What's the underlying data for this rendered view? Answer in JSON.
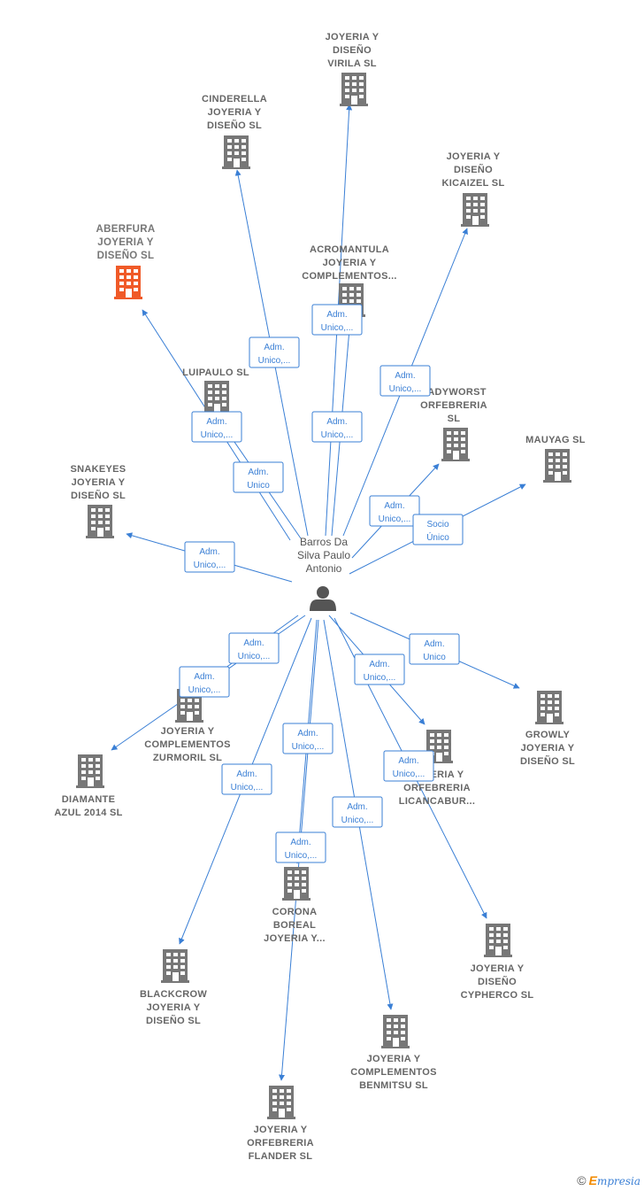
{
  "colors": {
    "edge": "#3a7fd5",
    "building": "#777777",
    "building_highlight": "#f05a28",
    "person": "#555555"
  },
  "center": {
    "name_lines": [
      "Barros Da",
      "Silva Paulo",
      "Antonio"
    ],
    "icon": "person-icon"
  },
  "companies": [
    {
      "id": "virila",
      "lines": [
        "JOYERIA Y",
        "DISEÑO",
        "VIRILA  SL"
      ]
    },
    {
      "id": "cinderella",
      "lines": [
        "CINDERELLA",
        "JOYERIA Y",
        "DISEÑO  SL"
      ]
    },
    {
      "id": "kicaizel",
      "lines": [
        "JOYERIA Y",
        "DISEÑO",
        "KICAIZEL  SL"
      ]
    },
    {
      "id": "aberfura",
      "lines": [
        "ABERFURA",
        "JOYERIA Y",
        "DISEÑO  SL"
      ],
      "highlight": true
    },
    {
      "id": "acromantula",
      "lines": [
        "ACROMANTULA",
        "JOYERIA Y",
        "COMPLEMENTOS..."
      ]
    },
    {
      "id": "luipaulo",
      "lines": [
        "LUIPAULO  SL"
      ]
    },
    {
      "id": "ladyworst",
      "lines": [
        "LADYWORST",
        "ORFEBRERIA",
        "SL"
      ]
    },
    {
      "id": "mauyag",
      "lines": [
        "MAUYAG  SL"
      ]
    },
    {
      "id": "snakeyes",
      "lines": [
        "SNAKEYES",
        "JOYERIA Y",
        "DISEÑO  SL"
      ]
    },
    {
      "id": "zurmoril",
      "lines": [
        "JOYERIA Y",
        "COMPLEMENTOS",
        "ZURMORIL  SL"
      ]
    },
    {
      "id": "diamante",
      "lines": [
        "DIAMANTE",
        "AZUL 2014 SL"
      ]
    },
    {
      "id": "licancabur",
      "lines": [
        "JOYERIA Y",
        "ORFEBRERIA",
        "LICANCABUR..."
      ]
    },
    {
      "id": "growly",
      "lines": [
        "GROWLY",
        "JOYERIA Y",
        "DISEÑO  SL"
      ]
    },
    {
      "id": "corona",
      "lines": [
        "CORONA",
        "BOREAL",
        "JOYERIA Y..."
      ]
    },
    {
      "id": "blackcrow",
      "lines": [
        "BLACKCROW",
        "JOYERIA Y",
        "DISEÑO  SL"
      ]
    },
    {
      "id": "cypherco",
      "lines": [
        "JOYERIA Y",
        "DISEÑO",
        "CYPHERCO  SL"
      ]
    },
    {
      "id": "benmitsu",
      "lines": [
        "JOYERIA Y",
        "COMPLEMENTOS",
        "BENMITSU  SL"
      ]
    },
    {
      "id": "flander",
      "lines": [
        "JOYERIA Y",
        "ORFEBRERIA",
        "FLANDER  SL"
      ]
    }
  ],
  "relations": [
    {
      "to": "virila",
      "label": [
        "Adm.",
        "Unico,..."
      ]
    },
    {
      "to": "cinderella",
      "label": [
        "Adm.",
        "Unico,..."
      ]
    },
    {
      "to": "kicaizel",
      "label": [
        "Adm.",
        "Unico,..."
      ]
    },
    {
      "to": "aberfura",
      "label": [
        "Adm.",
        "Unico,..."
      ]
    },
    {
      "to": "acromantula",
      "label": [
        "Adm.",
        "Unico,..."
      ]
    },
    {
      "to": "luipaulo",
      "label": [
        "Adm.",
        "Unico"
      ]
    },
    {
      "to": "ladyworst",
      "label": [
        "Adm.",
        "Unico,..."
      ]
    },
    {
      "to": "mauyag",
      "label": [
        "Socio",
        "Único"
      ]
    },
    {
      "to": "snakeyes",
      "label": [
        "Adm.",
        "Unico,..."
      ]
    },
    {
      "to": "zurmoril",
      "label": [
        "Adm.",
        "Unico,..."
      ]
    },
    {
      "to": "diamante",
      "label": [
        "Adm.",
        "Unico,..."
      ]
    },
    {
      "to": "licancabur",
      "label": [
        "Adm.",
        "Unico,..."
      ]
    },
    {
      "to": "growly",
      "label": [
        "Adm.",
        "Unico"
      ]
    },
    {
      "to": "corona",
      "label": [
        "Adm.",
        "Unico,..."
      ]
    },
    {
      "to": "blackcrow",
      "label": [
        "Adm.",
        "Unico,..."
      ]
    },
    {
      "to": "cypherco",
      "label": [
        "Adm.",
        "Unico,..."
      ]
    },
    {
      "to": "benmitsu",
      "label": [
        "Adm.",
        "Unico,..."
      ]
    },
    {
      "to": "flander",
      "label": [
        "Adm.",
        "Unico,..."
      ]
    }
  ],
  "footer": {
    "copyright": "©",
    "brand_initial": "E",
    "brand_rest": "mpresia"
  }
}
